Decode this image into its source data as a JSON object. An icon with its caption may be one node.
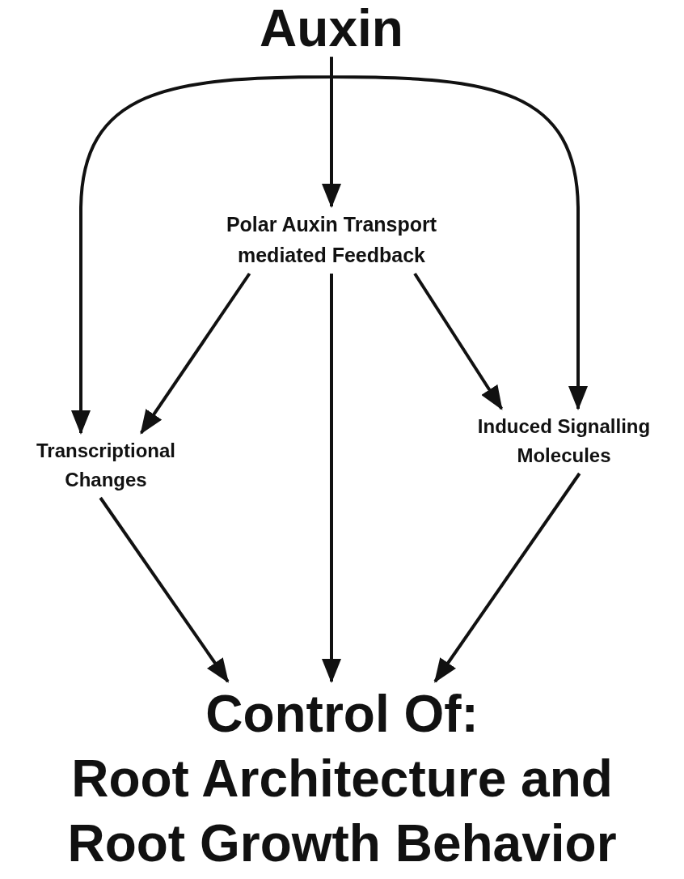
{
  "diagram": {
    "nodes": [
      {
        "text": [
          "Auxin"
        ]
      },
      {
        "text": [
          "Polar Auxin Transport mediated Feedback"
        ]
      },
      {
        "text": [
          "Transcriptional Changes"
        ]
      },
      {
        "text": [
          "Induced Signalling Molecules"
        ]
      },
      {
        "text": [
          "Control Of:",
          "Root Architecture and Root Growth Behavior"
        ]
      }
    ],
    "edges": [
      {
        "from": 0,
        "to": 1,
        "arrow": "to"
      },
      {
        "from": 0,
        "to": 2,
        "arrow": "to"
      },
      {
        "from": 0,
        "to": 3,
        "arrow": "to"
      },
      {
        "from": 1,
        "to": 2,
        "arrow": "to"
      },
      {
        "from": 1,
        "to": 3,
        "arrow": "to"
      },
      {
        "from": 1,
        "to": 4,
        "arrow": "to"
      },
      {
        "from": 2,
        "to": 4,
        "arrow": "to"
      },
      {
        "from": 3,
        "to": 4,
        "arrow": "to"
      }
    ]
  }
}
